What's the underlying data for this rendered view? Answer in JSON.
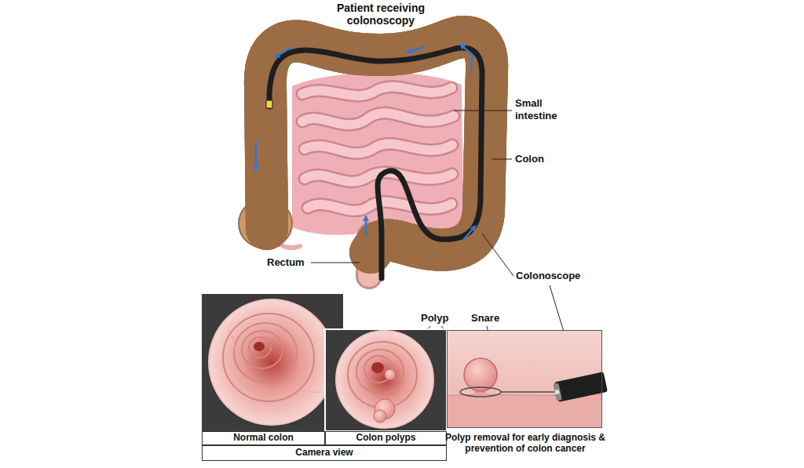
{
  "diagram": {
    "nodes": [
      {
        "text": [
          "Normal colon"
        ]
      },
      {
        "text": [
          "Colon polyps"
        ]
      },
      {
        "text": [
          "Camera view"
        ]
      },
      {
        "text": [
          "Polyp removal for early diagnosis & prevention of colon cancer"
        ]
      }
    ],
    "labels": [
      "Patient receiving colonoscopy",
      "Small intestine",
      "Colon",
      "Rectum",
      "Colonoscope",
      "Polyp",
      "Snare"
    ]
  }
}
